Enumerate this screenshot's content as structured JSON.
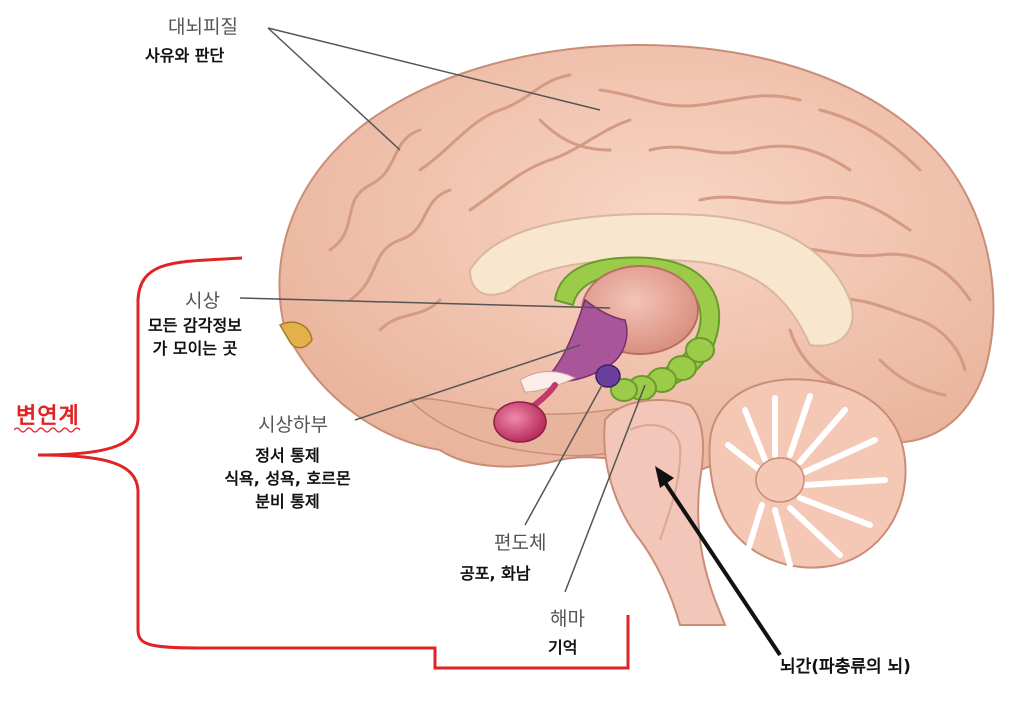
{
  "labels": {
    "cortex": {
      "name": "대뇌피질",
      "desc": [
        "사유와 판단"
      ]
    },
    "thalamus": {
      "name": "시상",
      "desc": [
        "모든 감각정보",
        "가 모이는 곳"
      ]
    },
    "hypothalamus": {
      "name": "시상하부",
      "desc": [
        "정서 통제",
        "식욕, 성욕, 호르몬",
        "분비 통제"
      ]
    },
    "amygdala": {
      "name": "편도체",
      "desc": [
        "공포, 화남"
      ]
    },
    "hippocampus": {
      "name": "해마",
      "desc": [
        "기억"
      ]
    },
    "brainstem": {
      "name": "뇌간(파충류의 뇌)"
    },
    "limbic_system": {
      "name": "변연계"
    }
  },
  "colors": {
    "cortex": "#f3c5b0",
    "cortex_edge": "#c98e78",
    "limbic_bracket": "#e02424",
    "thalamus": "#e9a99a",
    "hippocampus": "#9ccb4a",
    "hypothalamus": "#9b4d8c",
    "pituitary": "#d94c7a",
    "cerebellum": "#f0c3b0"
  }
}
